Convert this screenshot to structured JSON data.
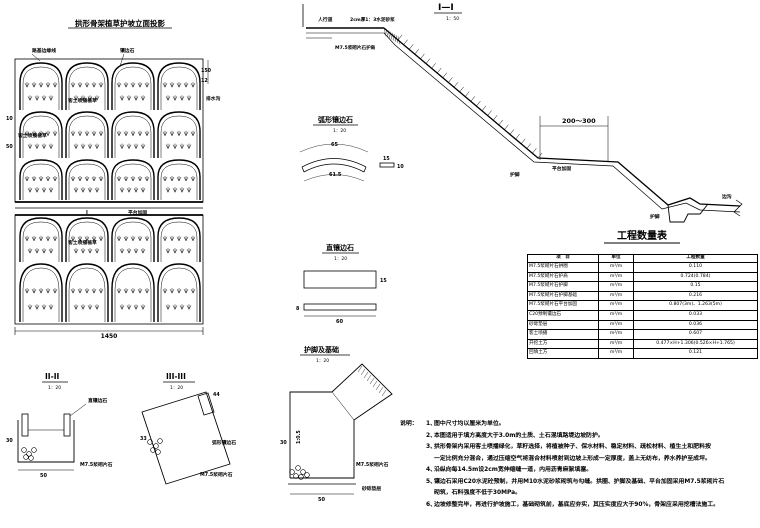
{
  "plan": {
    "title": "拱形骨架植草护坡立面投影",
    "labels": {
      "arch_frame": "路基边缘线",
      "curb": "镶边石",
      "grass": "客土喷播植草",
      "grass2": "客土喷播植草",
      "grass3": "客土喷播植草",
      "drain": "排水沟",
      "platform": "平台加固",
      "section_mark": "I",
      "dim_width": "1450",
      "dim_top": "150",
      "dim_side": "50",
      "dim_left": "10",
      "dim_small": "12"
    }
  },
  "section_1": {
    "title": "I—I",
    "scale": "1：50",
    "labels": {
      "walkway": "人行道",
      "curb_mortar": "2cm厚1：3水泥砂浆",
      "pave": "M7.5浆砌片石护肩",
      "range": "200～300",
      "platform": "平台加固",
      "toe": "护脚",
      "drain": "边沟",
      "toe2": "护脚"
    }
  },
  "arc_curb": {
    "title": "弧形镶边石",
    "scale": "1：20",
    "dims": {
      "outer": "65",
      "inner": "61.5",
      "h1": "15",
      "h2": "10"
    }
  },
  "straight_curb": {
    "title": "直镶边石",
    "scale": "1：20",
    "dims": {
      "len": "60",
      "h": "15",
      "w": "8"
    }
  },
  "section_2": {
    "title": "II-II",
    "scale": "1：20",
    "labels": {
      "curb": "直镶边石",
      "mortar": "M7.5浆砌片石",
      "dim_w": "50",
      "dim_h": "30"
    }
  },
  "section_3": {
    "title": "III-III",
    "scale": "1：20",
    "labels": {
      "curb": "弧形镶边石",
      "mortar": "M7.5浆砌片石",
      "dim_w": "44",
      "dim_h": "33"
    }
  },
  "foot": {
    "title": "护脚及基础",
    "scale": "1：20",
    "labels": {
      "mortar": "M7.5浆砌片石",
      "gravel": "砂砾垫层",
      "slope": "1:0.5",
      "dim_w": "50",
      "dim_h": "30"
    }
  },
  "quantity": {
    "title": "工程数量表",
    "headers": [
      "项　目",
      "单位",
      "工程数量"
    ],
    "rows": [
      [
        "M7.5浆砌片石拱圈",
        "m³/m",
        "0.110"
      ],
      [
        "M7.5浆砌片石护肩",
        "m³/m",
        "0.724(0.784)"
      ],
      [
        "M7.5浆砌片石护脚",
        "m³/m",
        "0.15"
      ],
      [
        "M7.5浆砌片石护脚基础",
        "m³/m",
        "0.216"
      ],
      [
        "M7.5浆砌片石平台加固",
        "m³/m",
        "0.807(3m)、1.263(5m)"
      ],
      [
        "C20预制镶边石",
        "m³/m",
        "0.033"
      ],
      [
        "砂砾垫层",
        "m³/m",
        "0.036"
      ],
      [
        "客土喷播",
        "m²/m",
        "0.607"
      ],
      [
        "开挖土方",
        "m³/m",
        "0.477×H+1.306(0.526×H+1.765)"
      ],
      [
        "回填土方",
        "m³/m",
        "0.121"
      ]
    ]
  },
  "notes": {
    "lead": "说明：",
    "items": [
      {
        "num": "1、",
        "text": "图中尺寸均以厘米为单位。"
      },
      {
        "num": "2、",
        "text": "本图适用于填方高度大于3.0m的土质、土石混填路堤边坡防护。"
      },
      {
        "num": "3、",
        "text": "拱形骨架内采用客土喷播绿化，草籽选择，将植被种子、保水材料、稳定材料、疏松材料、植生土和肥料按"
      },
      {
        "num": "",
        "text": "一定比例充分混合，通过压缩空气将混合材料喷射到边坡上形成一定厚度，盖上无纺布，养水养护至成坪。"
      },
      {
        "num": "4、",
        "text": "沿纵向每14.5m设2cm宽伸缩缝一道，内用沥青麻絮填塞。"
      },
      {
        "num": "5、",
        "text": "镶边石采用C20水泥砼预制，并用M10水泥砂浆砌筑与勾缝。拱圈、护脚及基础、平台加固采用M7.5浆砌片石"
      },
      {
        "num": "",
        "text": "砌筑，石料强度不低于30MPa。"
      },
      {
        "num": "6、",
        "text": "边坡修整完毕，再进行护坡施工，基础砌筑前，基底应夯实，其压实度应大于90%，骨架应采用挖槽法施工。"
      }
    ]
  }
}
